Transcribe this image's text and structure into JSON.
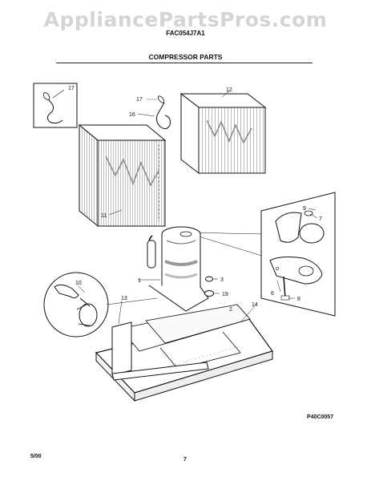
{
  "watermark": "AppliancePartsPros.com",
  "model_number": "FAC054J7A1",
  "section_title": "COMPRESSOR PARTS",
  "callouts": {
    "c17a": "17",
    "c17b": "17",
    "c16": "16",
    "c12": "12",
    "c11": "11",
    "c9": "9",
    "c7": "7",
    "c10": "10",
    "c3": "3",
    "c1": "1",
    "c19": "19",
    "c2": "2",
    "c13": "13",
    "c14": "14",
    "c6": "6",
    "c8": "8"
  },
  "diagram_code": "P40C0057",
  "date": "5/00",
  "page_number": "7"
}
